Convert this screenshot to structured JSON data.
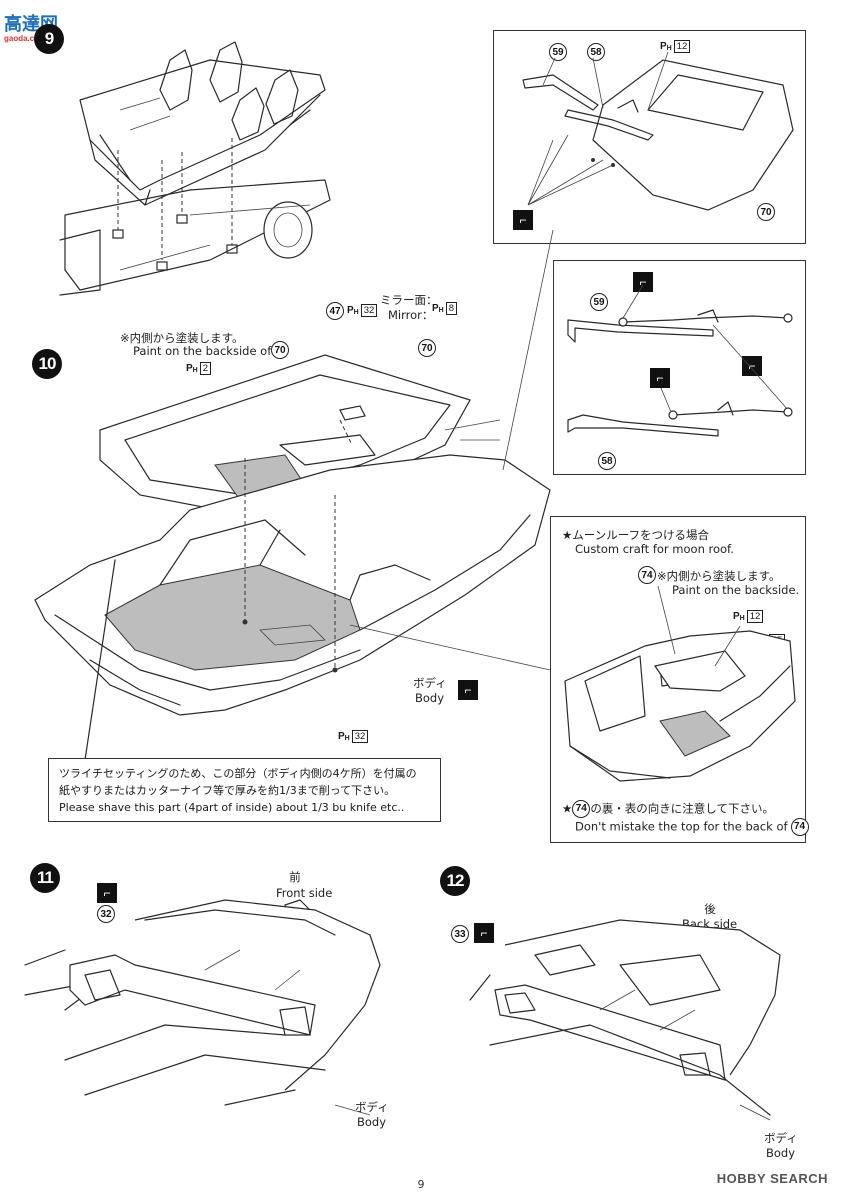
{
  "watermark": {
    "main": "高達网",
    "sub": "gaoda.com"
  },
  "steps": {
    "s9": "9",
    "s10": "10",
    "s11": "11",
    "s12": "12"
  },
  "parts": {
    "p59": "59",
    "p58": "58",
    "p70": "70",
    "p47": "47",
    "p74": "74",
    "p32": "32",
    "p33": "33"
  },
  "paint_codes": {
    "ph12": "12",
    "ph32": "32",
    "ph8": "8",
    "ph2": "2",
    "ph95": "95"
  },
  "labels": {
    "paint_prefix": "P",
    "paint_sub": "H",
    "mirror_jp": "ミラー面：",
    "mirror_en": "Mirror：",
    "backside_jp": "※内側から塗装します。",
    "backside_en_prefix": "Paint on the backside of",
    "body_jp": "ボディ",
    "body_en": "Body",
    "moonroof_jp": "★ムーンルーフをつける場合",
    "moonroof_en": "Custom craft for moon roof.",
    "moonroof_backside_jp": "※内側から塗装します。",
    "moonroof_backside_en": "Paint on the backside.",
    "topback_jp": "の裏・表の向きに注意して下さい。",
    "topback_en_prefix": "Don't mistake the top for the back of",
    "front_jp": "前",
    "front_en": "Front side",
    "back_jp": "後",
    "back_en": "Back side"
  },
  "shave_note": {
    "jp_line1": "ツライチセッティングのため、この部分（ボディ内側の4ケ所）を付属の",
    "jp_line2": "紙やすりまたはカッターナイフ等で厚みを約1/3まで削って下さい。",
    "en": "Please shave this part (4part of inside) about 1/3 bu knife etc.."
  },
  "footer": {
    "page": "9",
    "brand": "HOBBY SEARCH"
  }
}
